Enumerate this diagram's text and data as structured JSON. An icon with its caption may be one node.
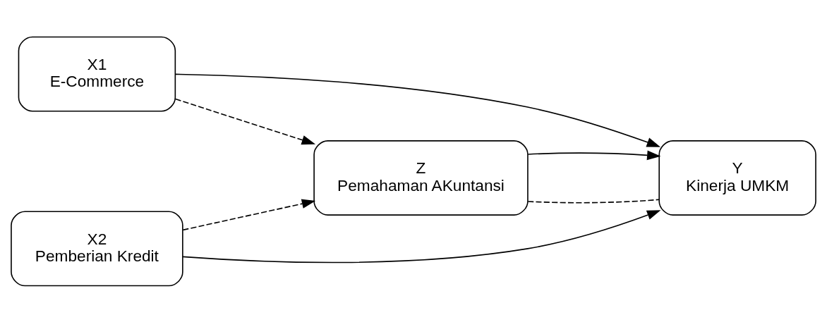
{
  "diagram": {
    "nodes": [
      {
        "text": [
          "X1",
          "E-Commerce"
        ]
      },
      {
        "text": [
          "Z",
          "Pemahaman AKuntansi"
        ]
      },
      {
        "text": [
          "Y",
          "Kinerja UMKM"
        ]
      },
      {
        "text": [
          "X2",
          "Pemberian Kredit"
        ]
      }
    ],
    "edges": [
      {
        "from": 0,
        "to": 2,
        "arrow": "to"
      },
      {
        "from": 0,
        "to": 1,
        "arrow": "to",
        "style": "dashed"
      },
      {
        "from": 3,
        "to": 1,
        "arrow": "to",
        "style": "dashed"
      },
      {
        "from": 1,
        "to": 2,
        "arrow": "none",
        "style": "dashed"
      },
      {
        "from": 1,
        "to": 2,
        "arrow": "to"
      },
      {
        "from": 3,
        "to": 2,
        "arrow": "to"
      }
    ]
  }
}
